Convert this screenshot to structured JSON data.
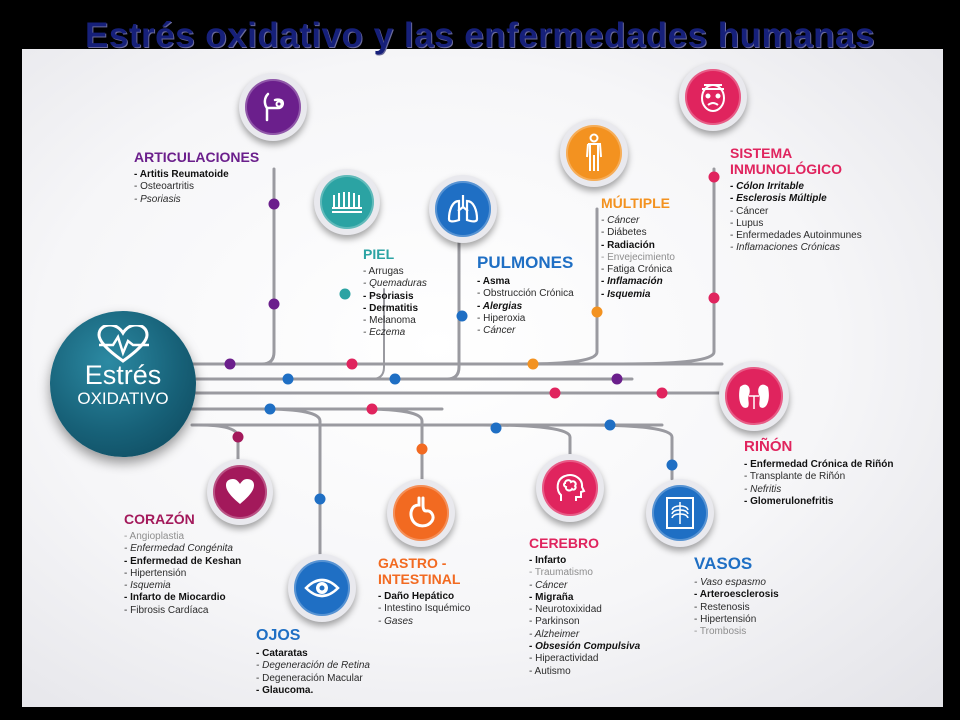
{
  "title": "Estrés oxidativo y las enfermedades humanas",
  "hub": {
    "line1": "Estrés",
    "line2": "OXIDATIVO",
    "icon": "heart-pulse-icon",
    "color": "#176178"
  },
  "categories": [
    {
      "key": "articulaciones",
      "name": "ARTICULACIONES",
      "color": "#6b1f8c",
      "icon": "joint-arm-icon",
      "items": [
        {
          "text": "- Artitis Reumatoide",
          "style": "b"
        },
        {
          "text": "- Osteoartritis",
          "style": ""
        },
        {
          "text": "- Psoriasis",
          "style": "i"
        }
      ]
    },
    {
      "key": "piel",
      "name": "PIEL",
      "color": "#2ba3a3",
      "icon": "skin-hair-icon",
      "items": [
        {
          "text": "- Arrugas",
          "style": ""
        },
        {
          "text": "- Quemaduras",
          "style": "i"
        },
        {
          "text": "- Psoriasis",
          "style": "b"
        },
        {
          "text": "- Dermatitis",
          "style": "b"
        },
        {
          "text": "- Melanoma",
          "style": ""
        },
        {
          "text": "- Eczema",
          "style": "i"
        }
      ]
    },
    {
      "key": "pulmones",
      "name": "PULMONES",
      "color": "#1f6fc4",
      "icon": "lungs-icon",
      "items": [
        {
          "text": "- Asma",
          "style": "b"
        },
        {
          "text": "- Obstrucción Crónica",
          "style": ""
        },
        {
          "text": "- Alergias",
          "style": "bi"
        },
        {
          "text": "- Hiperoxia",
          "style": ""
        },
        {
          "text": "- Cáncer",
          "style": "i"
        }
      ]
    },
    {
      "key": "multiple",
      "name": "MÚLTIPLE",
      "color": "#f39220",
      "icon": "human-body-icon",
      "items": [
        {
          "text": "- Cáncer",
          "style": "i"
        },
        {
          "text": "- Diábetes",
          "style": ""
        },
        {
          "text": "- Radiación",
          "style": "b"
        },
        {
          "text": "- Envejecimiento",
          "style": "g"
        },
        {
          "text": "- Fatiga Crónica",
          "style": ""
        },
        {
          "text": "- Inflamación",
          "style": "bi"
        },
        {
          "text": "- Isquemia",
          "style": "bi"
        }
      ]
    },
    {
      "key": "inmunologico",
      "name": "SISTEMA\nINMUNOLÓGICO",
      "color": "#e0245e",
      "icon": "sick-face-icon",
      "items": [
        {
          "text": "- Cólon Irritable",
          "style": "bi"
        },
        {
          "text": "- Esclerosis Múltiple",
          "style": "bi"
        },
        {
          "text": "- Cáncer",
          "style": ""
        },
        {
          "text": "- Lupus",
          "style": ""
        },
        {
          "text": "- Enfermedades Autoinmunes",
          "style": ""
        },
        {
          "text": "- Inflamaciones Crónicas",
          "style": "i"
        }
      ]
    },
    {
      "key": "rinon",
      "name": "RIÑÓN",
      "color": "#e0245e",
      "icon": "kidneys-icon",
      "items": [
        {
          "text": "- Enfermedad Crónica de Riñón",
          "style": "b"
        },
        {
          "text": "- Transplante de Riñón",
          "style": ""
        },
        {
          "text": "- Nefritis",
          "style": "i"
        },
        {
          "text": "- Glomerulonefritis",
          "style": "b"
        }
      ]
    },
    {
      "key": "corazon",
      "name": "CORAZÓN",
      "color": "#a3195b",
      "icon": "heart-icon",
      "items": [
        {
          "text": "- Angioplastia",
          "style": "g"
        },
        {
          "text": "- Enfermedad Congénita",
          "style": "i"
        },
        {
          "text": "- Enfermedad de Keshan",
          "style": "b"
        },
        {
          "text": "- Hipertensión",
          "style": ""
        },
        {
          "text": "- Isquemia",
          "style": "i"
        },
        {
          "text": "- Infarto de Miocardio",
          "style": "b"
        },
        {
          "text": "- Fibrosis Cardíaca",
          "style": ""
        }
      ]
    },
    {
      "key": "ojos",
      "name": "OJOS",
      "color": "#1f6fc4",
      "icon": "eye-icon",
      "items": [
        {
          "text": "- Cataratas",
          "style": "b"
        },
        {
          "text": "- Degeneración de Retina",
          "style": "i"
        },
        {
          "text": "- Degeneración Macular",
          "style": ""
        },
        {
          "text": "- Glaucoma.",
          "style": "b"
        }
      ]
    },
    {
      "key": "gastro",
      "name": "GASTRO -\nINTESTINAL",
      "color": "#f26a21",
      "icon": "stomach-icon",
      "items": [
        {
          "text": "- Daño Hepático",
          "style": "b"
        },
        {
          "text": "- Intestino Isquémico",
          "style": ""
        },
        {
          "text": "- Gases",
          "style": "i"
        }
      ]
    },
    {
      "key": "cerebro",
      "name": "CEREBRO",
      "color": "#e0245e",
      "icon": "brain-head-icon",
      "items": [
        {
          "text": "- Infarto",
          "style": "b"
        },
        {
          "text": "- Traumatismo",
          "style": "g"
        },
        {
          "text": "- Cáncer",
          "style": "i"
        },
        {
          "text": "- Migraña",
          "style": "b"
        },
        {
          "text": "- Neurotoxixidad",
          "style": ""
        },
        {
          "text": "- Parkinson",
          "style": ""
        },
        {
          "text": "- Alzheimer",
          "style": "i"
        },
        {
          "text": "- Obsesión Compulsiva",
          "style": "bi"
        },
        {
          "text": "- Hiperactividad",
          "style": ""
        },
        {
          "text": "- Autismo",
          "style": ""
        }
      ]
    },
    {
      "key": "vasos",
      "name": "VASOS",
      "color": "#1f6fc4",
      "icon": "xray-ribcage-icon",
      "items": [
        {
          "text": "- Vaso espasmo",
          "style": "i"
        },
        {
          "text": "- Arteroesclerosis",
          "style": "b"
        },
        {
          "text": "- Restenosis",
          "style": ""
        },
        {
          "text": "- Hipertensión",
          "style": ""
        },
        {
          "text": "- Trombosis",
          "style": "g"
        }
      ]
    }
  ]
}
